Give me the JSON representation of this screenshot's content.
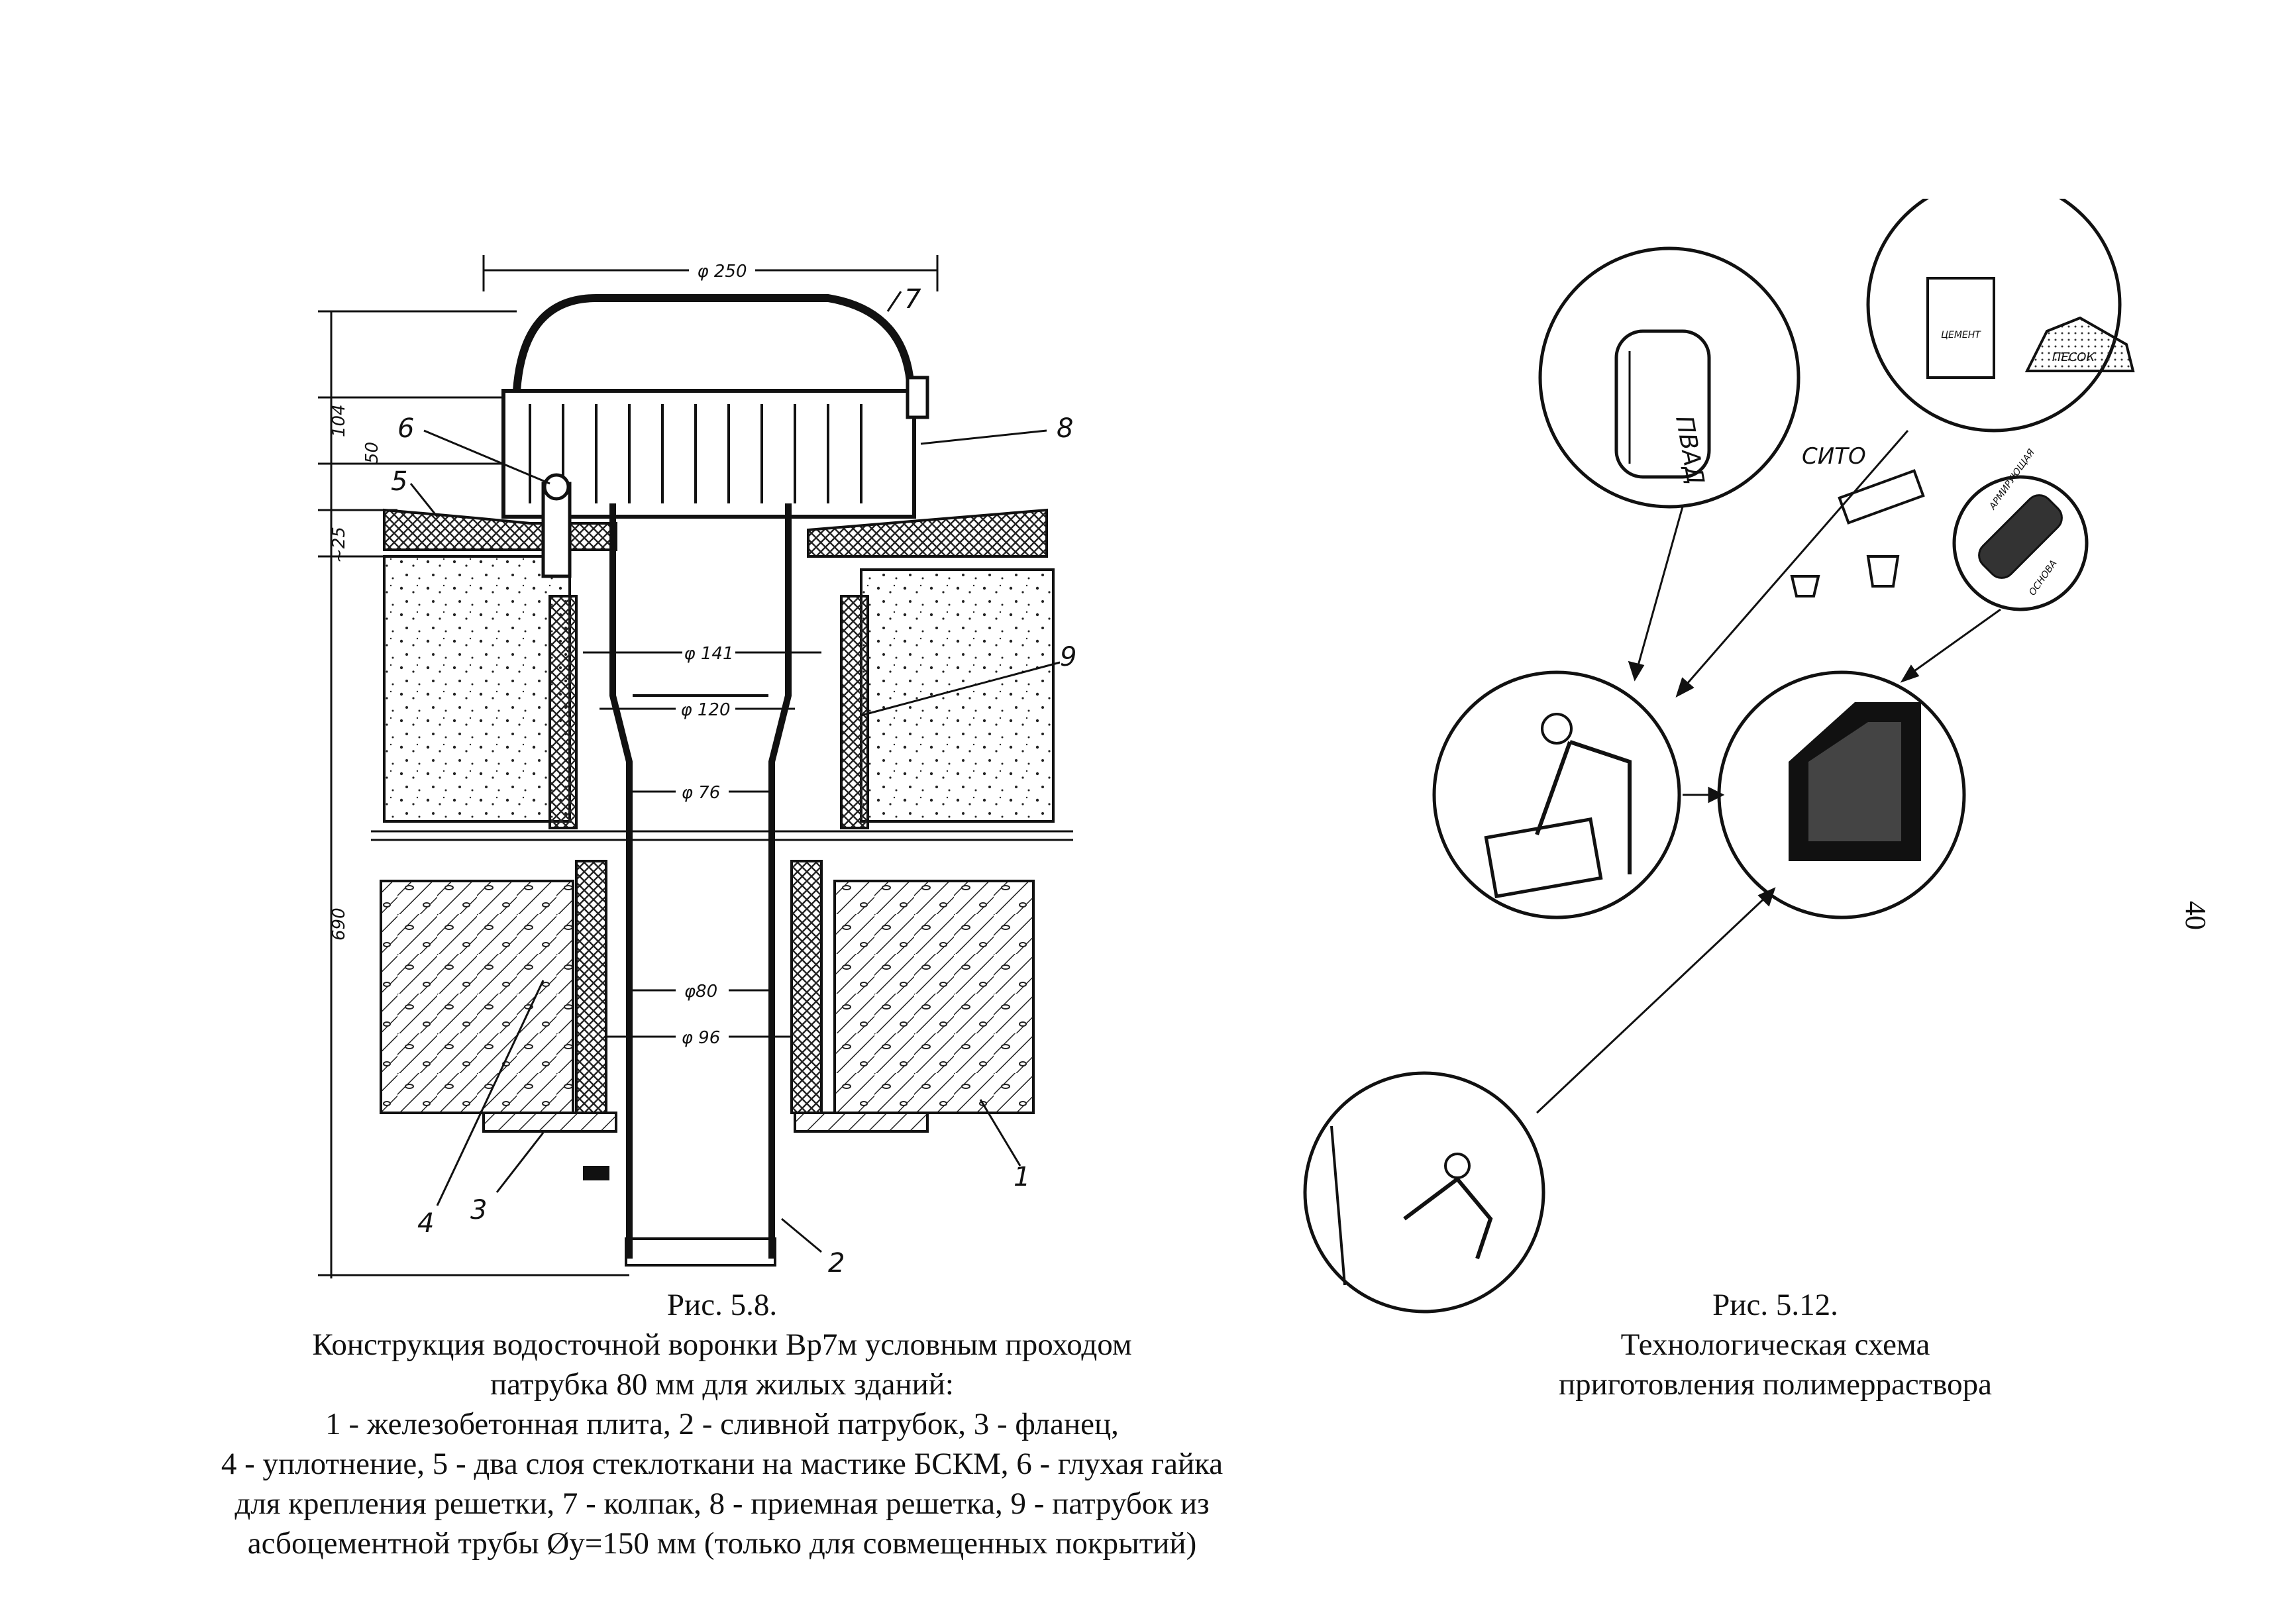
{
  "page_number": "40",
  "figure_left": {
    "drawing": {
      "dimensions": {
        "d250": "φ 250",
        "d141": "φ 141",
        "d120": "φ 120",
        "d76": "φ 76",
        "d80": "φ80",
        "d96": "φ 96",
        "h104": "104",
        "h50": "50",
        "h25": "~25",
        "h690": "690"
      },
      "callouts": [
        "1",
        "2",
        "3",
        "4",
        "5",
        "6",
        "7",
        "8",
        "9"
      ]
    },
    "caption": {
      "number": "Рис. 5.8.",
      "lines": [
        "Конструкция водосточной воронки Вр7м условным проходом",
        "патрубка 80 мм для жилых зданий:",
        "1 - железобетонная плита, 2 - сливной патрубок, 3 - фланец,",
        "4 - уплотнение, 5 - два слоя стеклоткани на мастике БСКМ, 6 - глухая гайка",
        "для крепления решетки, 7 - колпак, 8 - приемная решетка, 9 - патрубок из",
        "асбоцементной трубы Øу=150 мм (только для совмещенных покрытий)"
      ]
    }
  },
  "figure_right": {
    "drawing": {
      "labels": {
        "can": "ПВАД",
        "sieve": "СИТО",
        "bag": "ЦЕМЕНТ",
        "sand": "ПЕСОК",
        "roll_top": "АРМИРУЮЩАЯ",
        "roll_bottom": "ОСНОВА"
      }
    },
    "caption": {
      "number": "Рис. 5.12.",
      "lines": [
        "Технологическая схема",
        "приготовления полимерраствора"
      ]
    }
  },
  "colors": {
    "ink": "#111111",
    "paper": "#ffffff"
  }
}
